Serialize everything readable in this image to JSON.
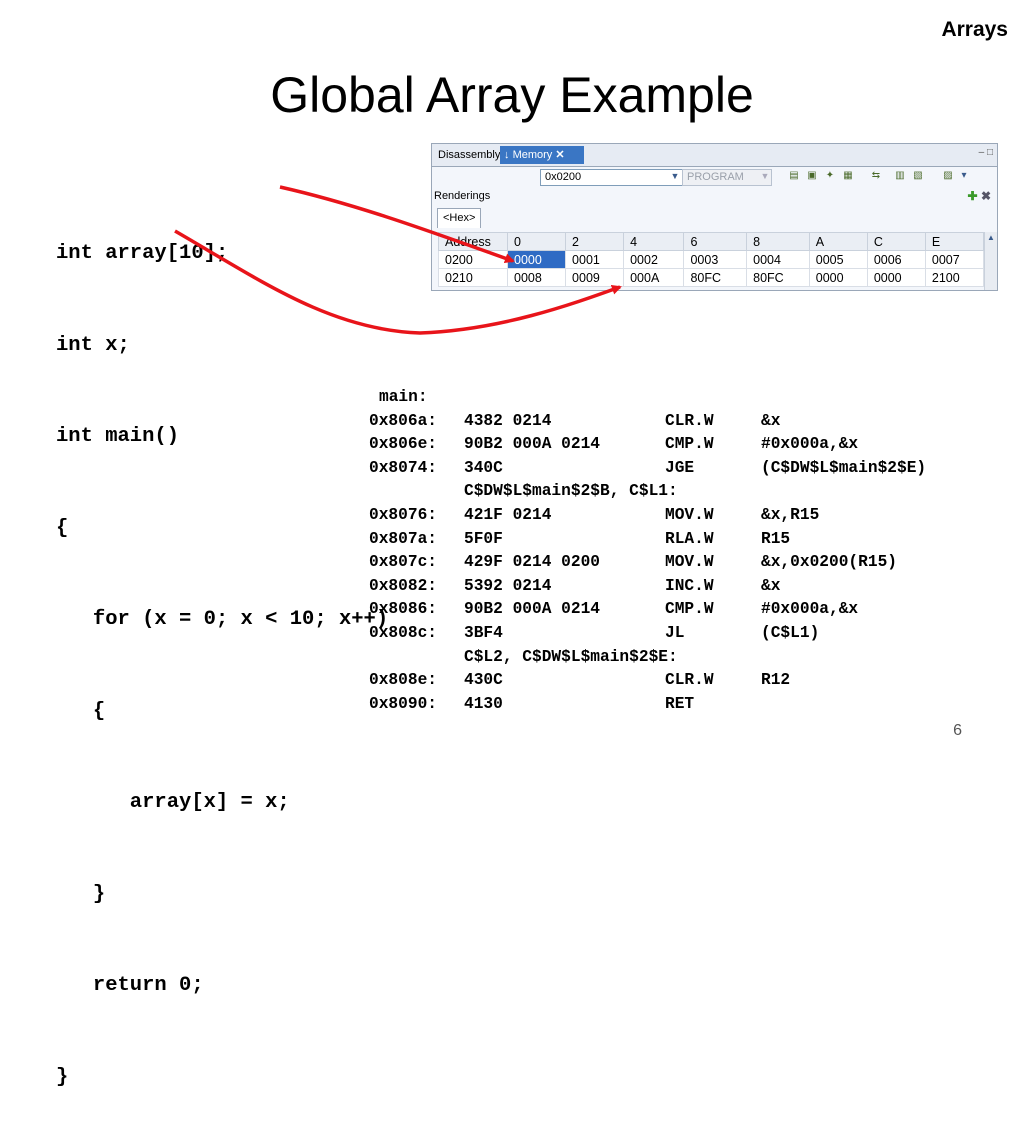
{
  "slide": {
    "topic": "Arrays",
    "title": "Global Array Example",
    "page_number": "6"
  },
  "c_code": [
    "int array[10];",
    "int x;",
    "int main()",
    "{",
    "   for (x = 0; x < 10; x++)",
    "   {",
    "      array[x] = x;",
    "   }",
    "   return 0;",
    "}"
  ],
  "assembly": {
    "label": "main:",
    "rows": [
      {
        "addr": "0x806a:",
        "hex": "4382 0214",
        "op": "CLR.W",
        "arg": "&x"
      },
      {
        "addr": "0x806e:",
        "hex": "90B2 000A 0214",
        "op": "CMP.W",
        "arg": "#0x000a,&x"
      },
      {
        "addr": "0x8074:",
        "hex": "340C",
        "op": "JGE",
        "arg": "(C$DW$L$main$2$E)"
      },
      {
        "addr": "",
        "hex": "C$DW$L$main$2$B, C$L1:",
        "op": "",
        "arg": ""
      },
      {
        "addr": "0x8076:",
        "hex": "421F 0214",
        "op": "MOV.W",
        "arg": "&x,R15"
      },
      {
        "addr": "0x807a:",
        "hex": "5F0F",
        "op": "RLA.W",
        "arg": "R15"
      },
      {
        "addr": "0x807c:",
        "hex": "429F 0214 0200",
        "op": "MOV.W",
        "arg": "&x,0x0200(R15)"
      },
      {
        "addr": "0x8082:",
        "hex": "5392 0214",
        "op": "INC.W",
        "arg": "&x"
      },
      {
        "addr": "0x8086:",
        "hex": "90B2 000A 0214",
        "op": "CMP.W",
        "arg": "#0x000a,&x"
      },
      {
        "addr": "0x808c:",
        "hex": "3BF4",
        "op": "JL",
        "arg": "(C$L1)"
      },
      {
        "addr": "",
        "hex": "C$L2, C$DW$L$main$2$E:",
        "op": "",
        "arg": ""
      },
      {
        "addr": "0x808e:",
        "hex": "430C",
        "op": "CLR.W",
        "arg": "R12"
      },
      {
        "addr": "0x8090:",
        "hex": "4130",
        "op": "RET",
        "arg": ""
      }
    ]
  },
  "memory_view": {
    "tabs": {
      "disassembly": "Disassembly",
      "memory": "Memory"
    },
    "address_input": "0x0200",
    "memory_space": "PROGRAM",
    "renderings_label": "Renderings",
    "rendering_tab": "<Hex>",
    "columns": [
      "Address",
      "0",
      "2",
      "4",
      "6",
      "8",
      "A",
      "C",
      "E"
    ],
    "rows": [
      [
        "0200",
        "0000",
        "0001",
        "0002",
        "0003",
        "0004",
        "0005",
        "0006",
        "0007"
      ],
      [
        "0210",
        "0008",
        "0009",
        "000A",
        "80FC",
        "80FC",
        "0000",
        "0000",
        "2100"
      ]
    ],
    "selected_cell": "0000",
    "icons": [
      "pin-icon",
      "close-icon",
      "minimize-icon",
      "maximize-icon",
      "dropdown-arrow-icon",
      "add-rendering-icon",
      "remove-rendering-icon"
    ]
  },
  "colors": {
    "arrow": "#e8141a",
    "tab_active": "#3a76c4",
    "selected_cell": "#2f6bc4"
  }
}
